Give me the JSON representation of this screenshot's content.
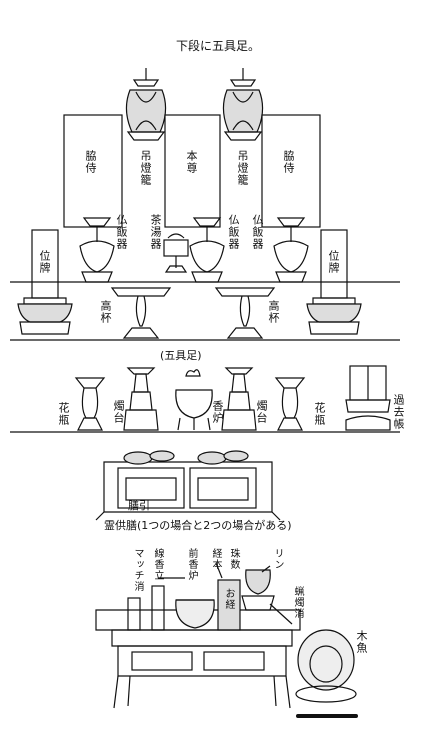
{
  "title": "下段に五具足。",
  "upper": {
    "wakiji_left": "脇侍",
    "tourou_left": "吊燈籠",
    "honzon": "本尊",
    "tourou_right": "吊燈籠",
    "wakiji_right": "脇侍",
    "buppanki_left": "仏飯器",
    "chatouki": "茶湯器",
    "buppanki_right_a": "仏飯器",
    "buppanki_right_b": "仏飯器",
    "ihai_left": "位牌",
    "ihai_right": "位牌",
    "takatsuki_left": "高杯",
    "takatsuki_right": "高杯"
  },
  "middle": {
    "gogusoku": "(五具足)",
    "kabin_left": "花瓶",
    "shokudai_left": "燭台",
    "kouro": "香炉",
    "shokudai_right": "燭台",
    "kabin_right": "花瓶",
    "kakochou": "過去帳"
  },
  "zen": {
    "zenbiki": "膳引",
    "caption": "霊供膳(1つの場合と2つの場合がある)"
  },
  "lower": {
    "match_keshi": "マッチ消",
    "senkoutate": "線香立",
    "maekouro": "前香炉",
    "kyouhon": "経本",
    "juzu": "珠数",
    "rin": "リン",
    "rousoku_keshi": "蝋燭消",
    "mokugyo": "木魚",
    "okyou": "お経"
  }
}
